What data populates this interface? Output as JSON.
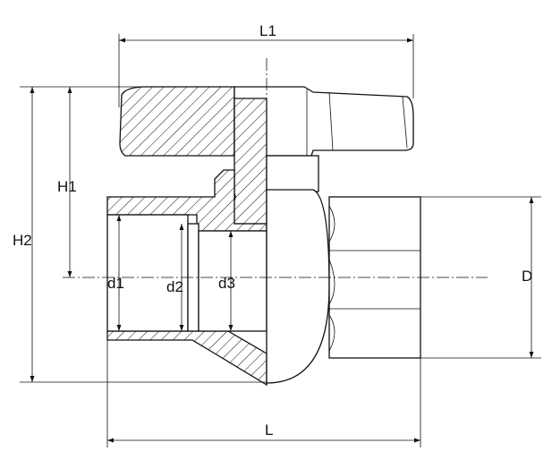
{
  "dimensions": {
    "L1": "L1",
    "L": "L",
    "H1": "H1",
    "H2": "H2",
    "D": "D",
    "d1": "d1",
    "d2": "d2",
    "d3": "d3"
  },
  "colors": {
    "line": "#111111",
    "background": "#ffffff"
  }
}
